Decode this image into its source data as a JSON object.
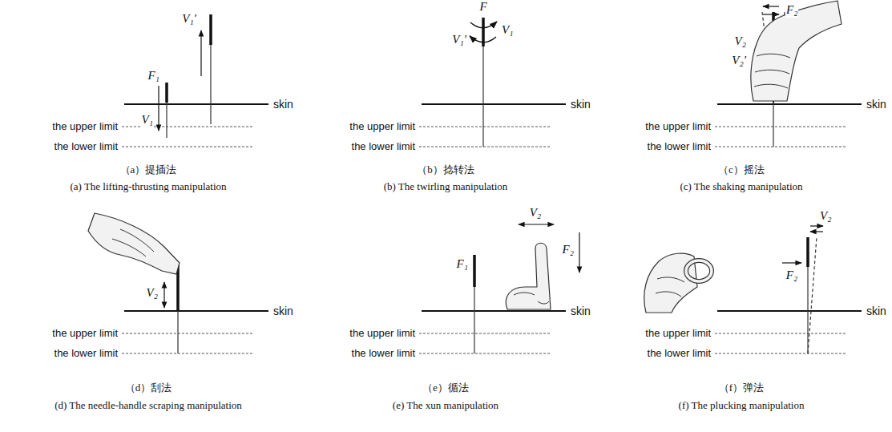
{
  "diagram": {
    "labels": [
      "F₁",
      "V₁",
      "V₁′",
      "skin",
      "the upper limit",
      "the lower limit",
      "（a）提插法",
      "(a) The lifting-thrusting manipulation",
      "F",
      "V₁",
      "V₁′",
      "skin",
      "the upper limit",
      "the lower limit",
      "（b）捻转法",
      "(b) The twirling manipulation",
      "F₂",
      "V₂",
      "V₂′",
      "skin",
      "the upper limit",
      "the lower limit",
      "（c）摇法",
      "(c) The shaking manipulation",
      "V₂",
      "skin",
      "the upper limit",
      "the lower limit",
      "（d）刮法",
      "(d) The needle-handle scraping manipulation",
      "F₁",
      "V₂",
      "F₂",
      "skin",
      "the upper limit",
      "the lower limit",
      "（e）循法",
      "(e) The xun manipulation",
      "V₂",
      "F₂",
      "skin",
      "the upper limit",
      "the lower limit",
      "（f）弹法",
      "(f) The plucking manipulation"
    ]
  }
}
